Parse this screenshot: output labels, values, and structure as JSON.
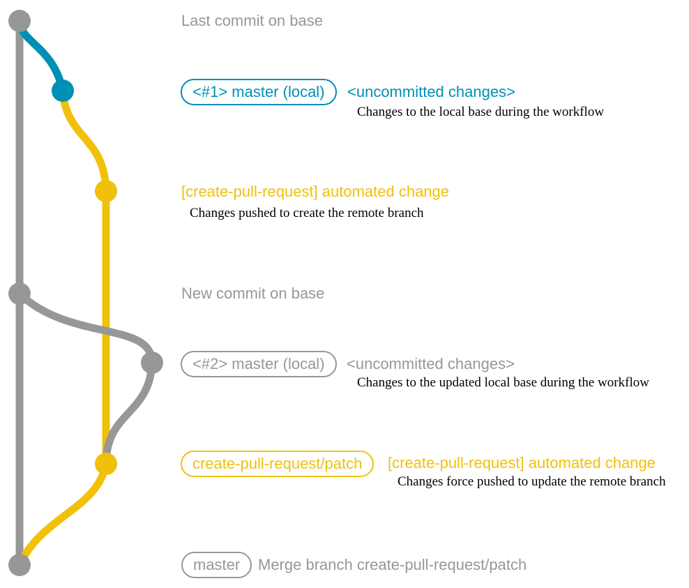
{
  "colors": {
    "base_branch": "#979797",
    "local_branch": "#008fb5",
    "remote_branch": "#f1c109",
    "note_text": "#000000",
    "background": "#ffffff"
  },
  "diagram": {
    "type": "git-graph",
    "branches": [
      {
        "name": "base (master remote)",
        "color": "#979797"
      },
      {
        "name": "master (local)",
        "color": "#008fb5"
      },
      {
        "name": "create-pull-request/patch",
        "color": "#f1c109"
      }
    ],
    "commits": [
      {
        "branch": "base",
        "message": "Last commit on base"
      },
      {
        "branch": "local",
        "badge": "<#1> master (local)",
        "message": "<uncommitted changes>",
        "note": "Changes to the local base during the workflow"
      },
      {
        "branch": "remote",
        "message": "[create-pull-request] automated change",
        "note": "Changes pushed to create the remote branch"
      },
      {
        "branch": "base",
        "message": "New commit on base"
      },
      {
        "branch": "base",
        "badge": "<#2> master (local)",
        "message": "<uncommitted changes>",
        "note": "Changes to the updated local base during the workflow"
      },
      {
        "branch": "remote",
        "badge": "create-pull-request/patch",
        "message": "[create-pull-request] automated change",
        "note": "Changes force pushed to update the remote branch"
      },
      {
        "branch": "base",
        "badge": "master",
        "message": "Merge branch create-pull-request/patch"
      }
    ]
  }
}
